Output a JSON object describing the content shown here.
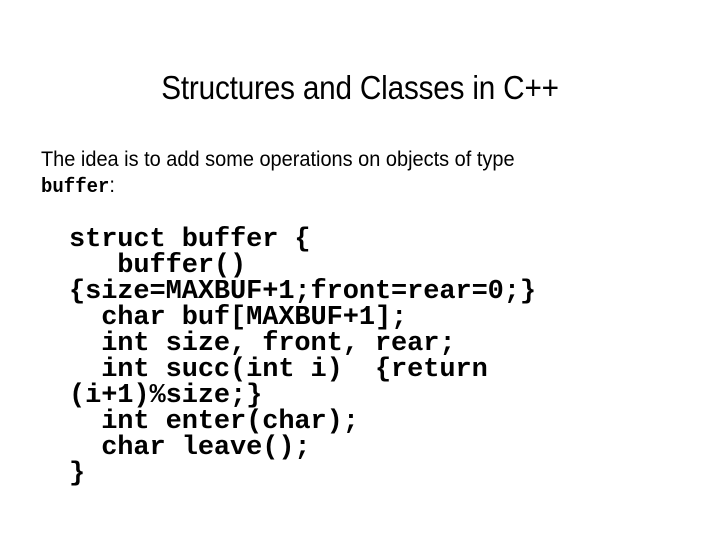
{
  "slide": {
    "background_color": "#ffffff",
    "text_color": "#000000",
    "title": "Structures and Classes in C++",
    "body": {
      "lead_part1": "The idea is to add some operations on objects of type ",
      "code_term": "buffer",
      "lead_part2": ":"
    },
    "code": {
      "language": "C++",
      "lines": [
        "struct buffer {",
        "   buffer()",
        "{size=MAXBUF+1;front=rear=0;}",
        "  char buf[MAXBUF+1];",
        "  int size, front, rear;",
        "  int succ(int i)  {return",
        "(i+1)%size;}",
        "  int enter(char);",
        "  char leave();",
        "}"
      ]
    }
  }
}
